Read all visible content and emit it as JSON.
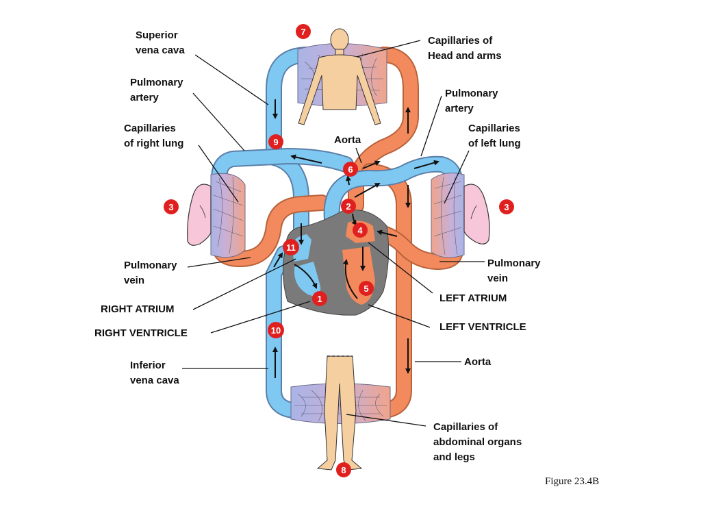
{
  "figure_caption": "Figure 23.4B",
  "labels": {
    "superior_vena_cava": [
      "Superior",
      "vena cava"
    ],
    "pulmonary_artery_right": [
      "Pulmonary",
      "artery"
    ],
    "capillaries_right_lung": [
      "Capillaries",
      "of right lung"
    ],
    "pulmonary_vein_right": [
      "Pulmonary",
      "vein"
    ],
    "right_atrium": "RIGHT ATRIUM",
    "right_ventricle": "RIGHT VENTRICLE",
    "inferior_vena_cava": [
      "Inferior",
      "vena cava"
    ],
    "capillaries_head_arms": [
      "Capillaries of",
      "Head and arms"
    ],
    "pulmonary_artery_left": [
      "Pulmonary",
      "artery"
    ],
    "capillaries_left_lung": [
      "Capillaries",
      "of left lung"
    ],
    "aorta_top": "Aorta",
    "pulmonary_vein_left": [
      "Pulmonary",
      "vein"
    ],
    "left_atrium": "LEFT ATRIUM",
    "left_ventricle": "LEFT VENTRICLE",
    "aorta_bottom": "Aorta",
    "capillaries_abdominal": [
      "Capillaries of",
      "abdominal organs",
      "and legs"
    ]
  },
  "steps": {
    "s1": "1",
    "s2": "2",
    "s3a": "3",
    "s3b": "3",
    "s4": "4",
    "s5": "5",
    "s6": "6",
    "s7": "7",
    "s8": "8",
    "s9": "9",
    "s10": "10",
    "s11": "11"
  },
  "colors": {
    "deoxygenated_blood": "#7ec8f2",
    "oxygenated_blood": "#f28a5e",
    "heart": "#7a7a7a",
    "lung": "#f7c6d8",
    "skin": "#f5cfa0",
    "badge": "#e0201e"
  }
}
